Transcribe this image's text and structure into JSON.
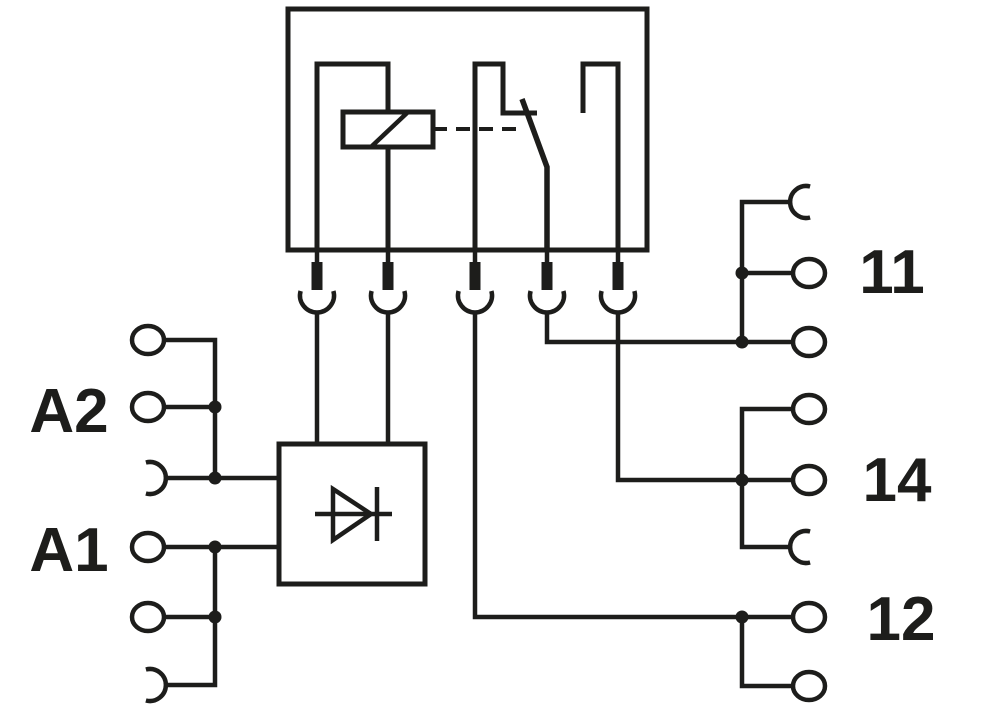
{
  "diagram": {
    "kind": "relay-module-wiring-schematic",
    "colors": {
      "line": "#1d1d1b",
      "background": "#ffffff"
    },
    "terminals": {
      "left": [
        {
          "id": "A2"
        },
        {
          "id": "A1"
        }
      ],
      "right": [
        {
          "id": "11"
        },
        {
          "id": "14"
        },
        {
          "id": "12"
        }
      ]
    },
    "components": {
      "relay": "relay with coil and changeover contact",
      "input_module": "diode module",
      "plug_pin_count": 5
    }
  }
}
